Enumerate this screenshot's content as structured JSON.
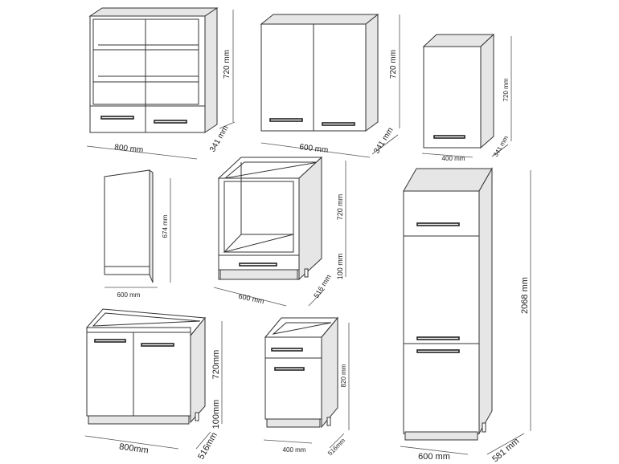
{
  "dimensions": {
    "wall_glass": {
      "width": "800 mm",
      "height": "720 mm",
      "depth": "341 mm"
    },
    "wall_double": {
      "width": "600 mm",
      "height": "720 mm",
      "depth": "341 mm"
    },
    "wall_single": {
      "width": "400 mm",
      "height": "720 mm",
      "depth": "341 mm"
    },
    "side_panel": {
      "width": "600 mm",
      "height": "674 mm"
    },
    "oven_cabinet": {
      "width": "600 mm",
      "height": "720 mm",
      "plinth": "100 mm",
      "depth": "516 mm"
    },
    "tall_cabinet": {
      "width": "600 mm",
      "height": "2068 mm",
      "depth": "581 mm"
    },
    "sink_base": {
      "width": "800mm",
      "height": "720mm",
      "plinth": "100mm",
      "depth": "516mm"
    },
    "drawer_base": {
      "width": "400 mm",
      "height": "820 mm",
      "depth": "516mm"
    }
  }
}
